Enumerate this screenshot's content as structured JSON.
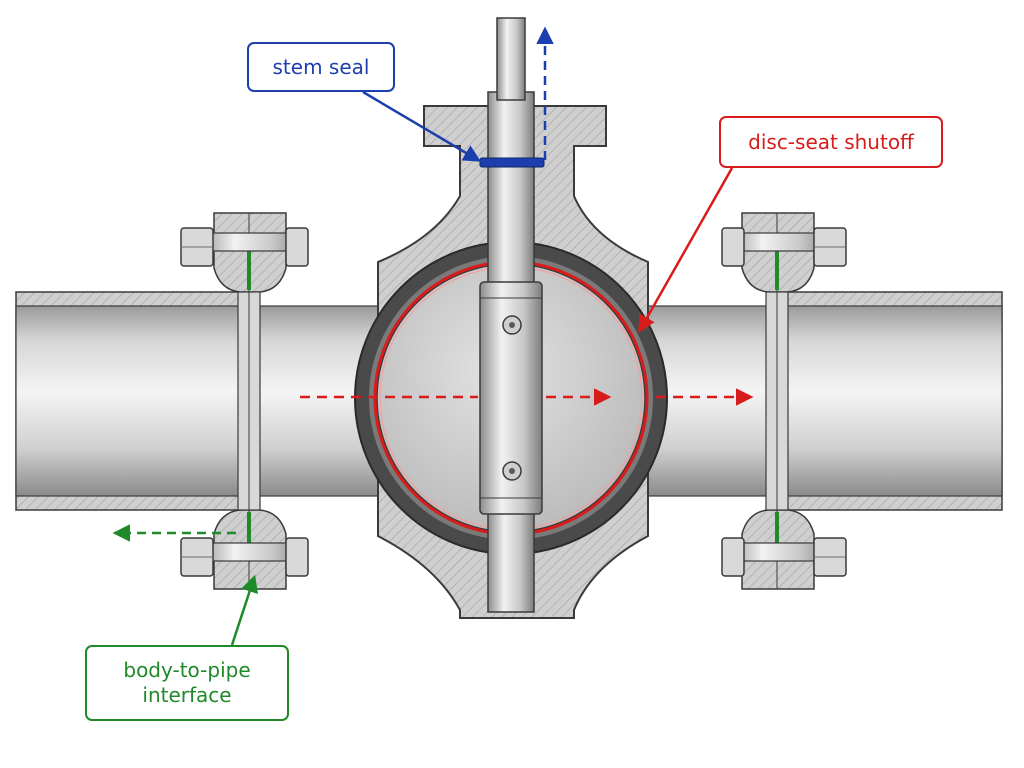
{
  "callouts": {
    "stem_seal": {
      "label": "stem seal",
      "color": "#1d3fae"
    },
    "disc_seat": {
      "label": "disc-seat shutoff",
      "color": "#d81c1c"
    },
    "body_pipe": {
      "label_line1": "body-to-pipe",
      "label_line2": "interface",
      "color": "#1f8a2a"
    }
  },
  "colors": {
    "metal_light": "#e6e6e6",
    "metal_mid": "#c4c4c4",
    "metal_dark": "#8f8f8f",
    "outline": "#3a3a3a",
    "seat_dark": "#444444",
    "background": "#ffffff"
  },
  "icons": [
    "hex-nut-icon",
    "bolt-icon",
    "disc-hinge-pin-icon",
    "flow-arrow-icon"
  ]
}
